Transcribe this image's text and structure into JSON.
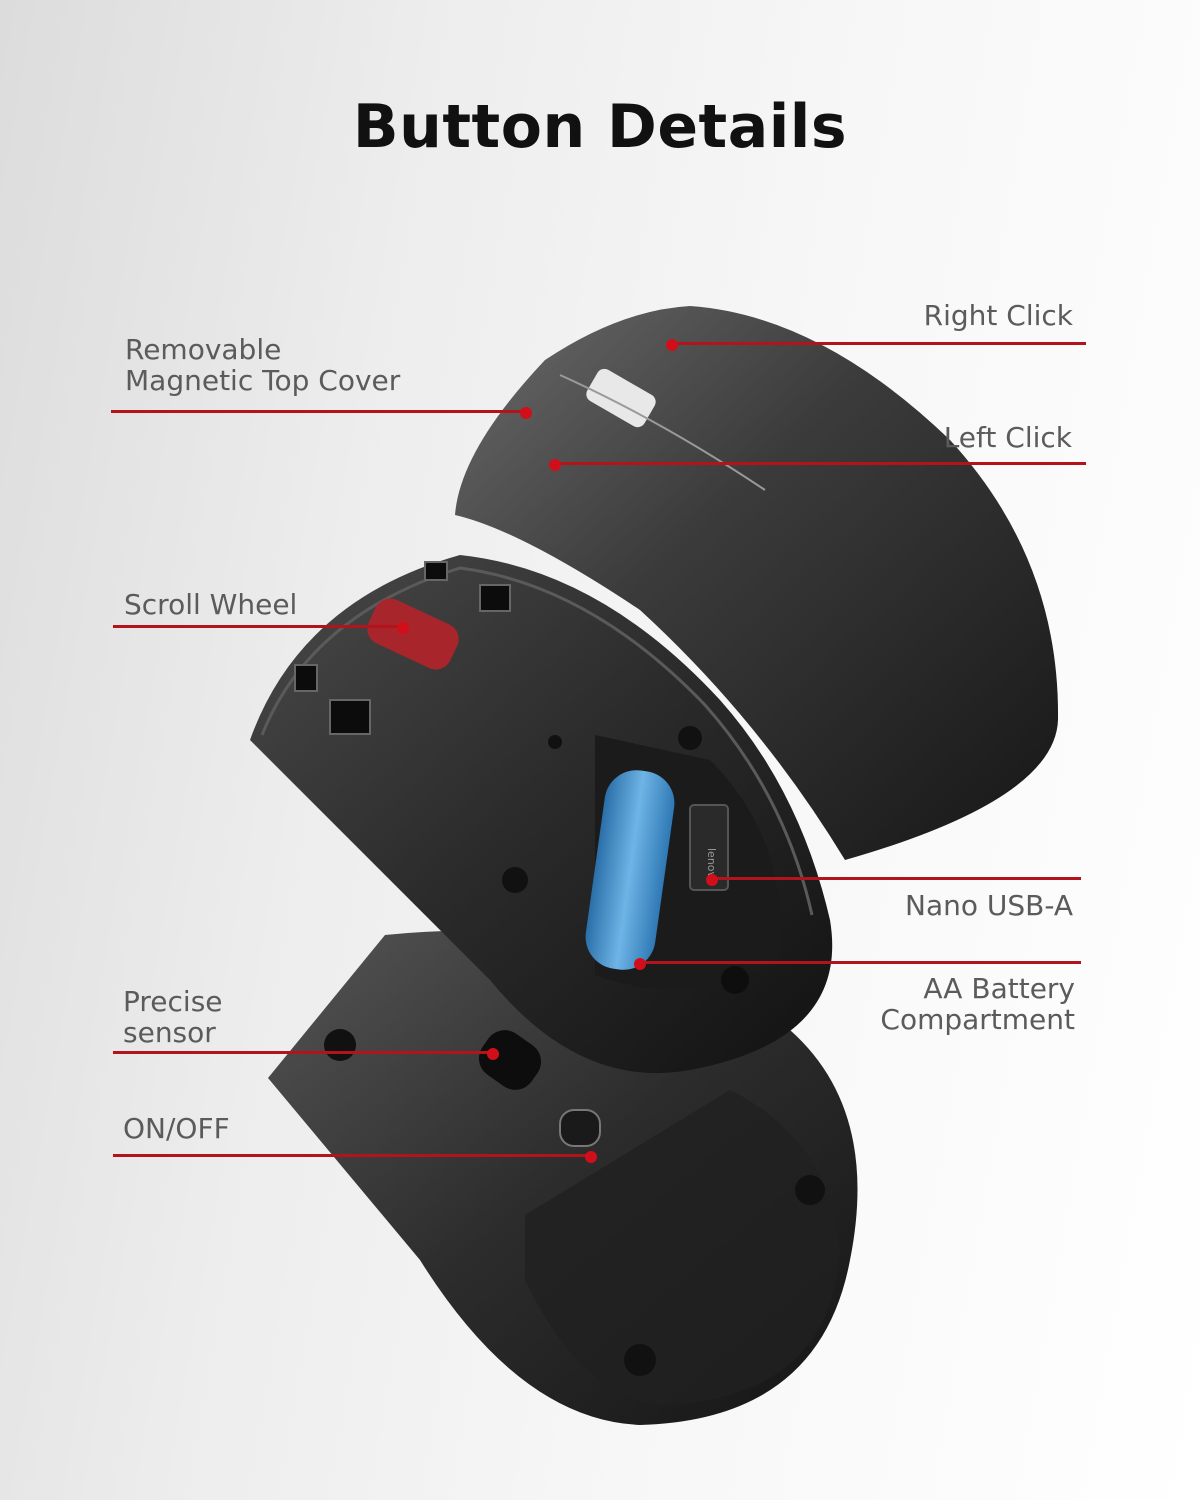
{
  "title": "Button Details",
  "accent_color": "#b3131a",
  "callouts": [
    {
      "id": "removable-cover",
      "lines": [
        "Removable",
        "Magnetic Top Cover"
      ],
      "side": "left"
    },
    {
      "id": "right-click",
      "lines": [
        "Right Click"
      ],
      "side": "right"
    },
    {
      "id": "left-click",
      "lines": [
        "Left Click"
      ],
      "side": "right"
    },
    {
      "id": "scroll-wheel",
      "lines": [
        "Scroll Wheel"
      ],
      "side": "left"
    },
    {
      "id": "nano-usb",
      "lines": [
        "Nano USB-A"
      ],
      "side": "right"
    },
    {
      "id": "battery",
      "lines": [
        "AA Battery",
        "Compartment"
      ],
      "side": "right"
    },
    {
      "id": "sensor",
      "lines": [
        "Precise",
        "sensor"
      ],
      "side": "left"
    },
    {
      "id": "on-off",
      "lines": [
        "ON/OFF"
      ],
      "side": "left"
    }
  ],
  "product": {
    "receiver_brand_text": "lenovo",
    "parts": [
      "top-cover",
      "mouse-body",
      "bottom-plate"
    ]
  }
}
